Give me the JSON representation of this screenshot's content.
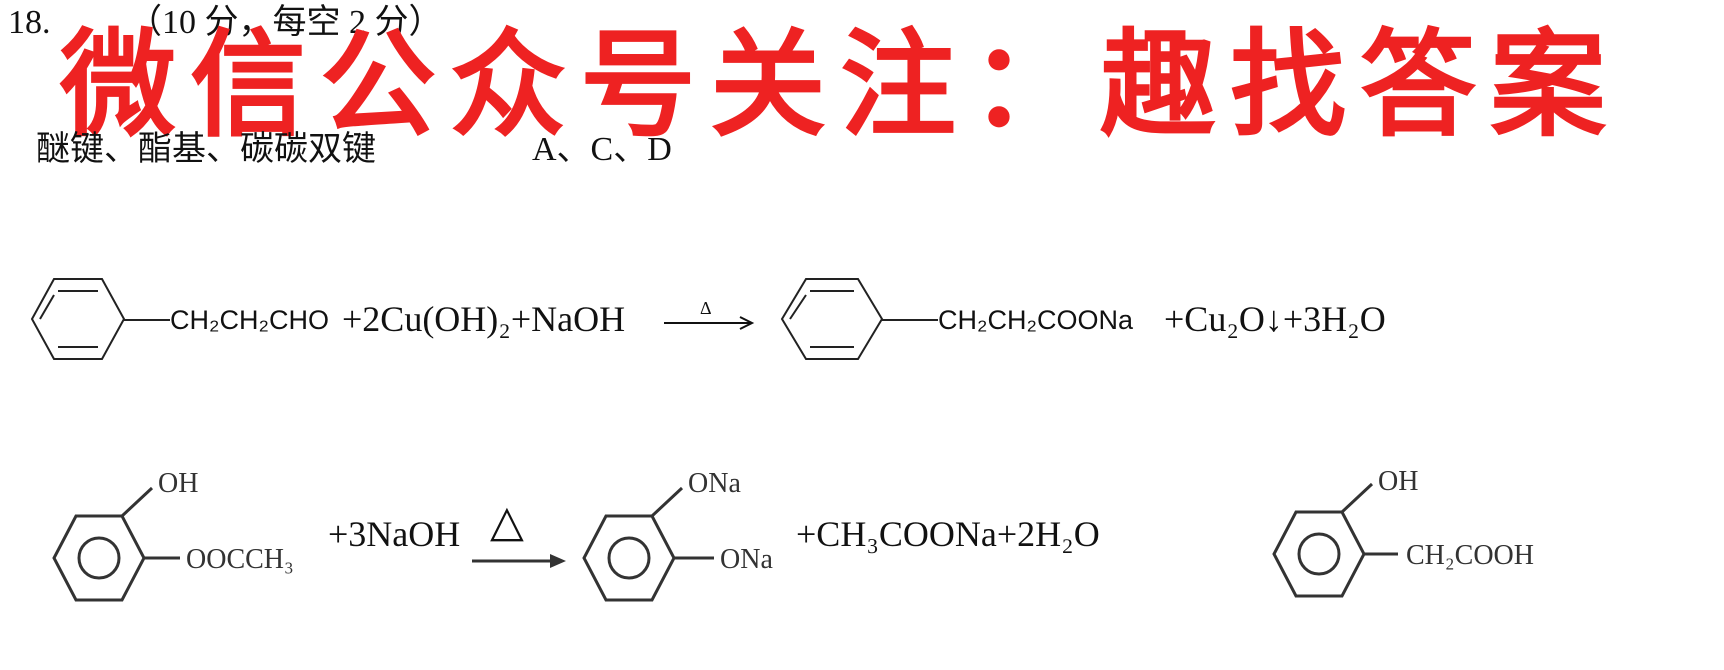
{
  "question": {
    "number": "18.",
    "score_note": "（10 分，每空 2 分）"
  },
  "watermark": "微信公众号关注：趣找答案",
  "answers": {
    "functional_groups": "醚键、酯基、碳碳双键",
    "choices": "A、C、D"
  },
  "equation1": {
    "substituent": "CH₂CH₂CHO",
    "reagents": "+2Cu(OH)₂+NaOH",
    "condition": "Δ",
    "product_substituent": "CH₂CH₂COONa",
    "byproducts": "+Cu₂O↓+3H₂O"
  },
  "equation2": {
    "reactant_group_top": "OH",
    "reactant_group_side": "OOCCH₃",
    "reagent": "+3NaOH",
    "condition": "△",
    "product_group_top": "ONa",
    "product_group_side": "ONa",
    "byproducts": "+CH₃COONa+2H₂O"
  },
  "isomer": {
    "group_top": "OH",
    "group_side": "CH₂COOH"
  }
}
